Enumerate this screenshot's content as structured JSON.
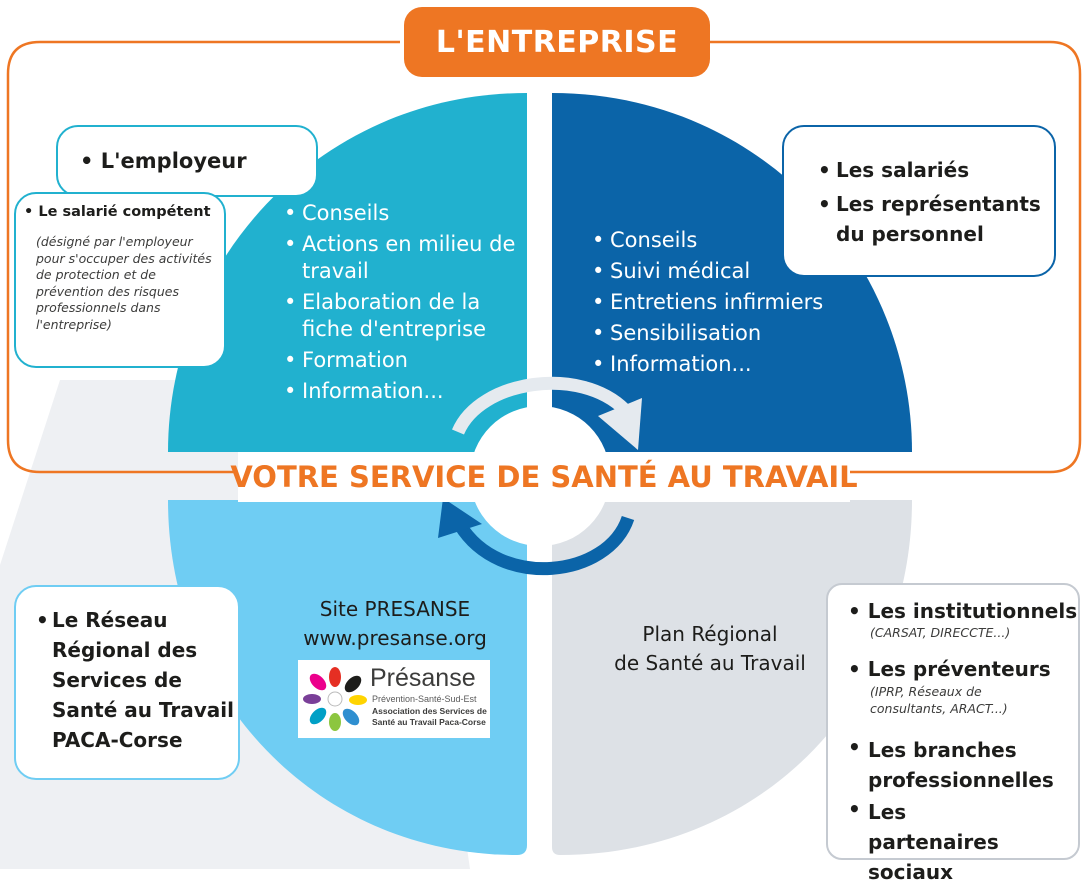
{
  "header": {
    "title": "L'ENTREPRISE"
  },
  "center": {
    "title": "VOTRE SERVICE DE SANTÉ AU TRAVAIL"
  },
  "quadrant_top_left": {
    "items": [
      "Conseils",
      "Actions en milieu de travail",
      "Elaboration de la fiche d'entreprise",
      "Formation",
      "Information..."
    ]
  },
  "quadrant_top_right": {
    "items": [
      "Conseils",
      "Suivi médical",
      "Entretiens infirmiers",
      "Sensibilisation",
      "Information..."
    ]
  },
  "quadrant_bottom_left": {
    "line1": "Site PRESANSE",
    "line2": "www.presanse.org"
  },
  "quadrant_bottom_right": {
    "line1": "Plan Régional",
    "line2": "de Santé au Travail"
  },
  "box_employeur": {
    "label": "L'employeur"
  },
  "box_salarie": {
    "label": "Le salarié compétent",
    "note": "(désigné par l'employeur pour s'occuper des activités de protection et de prévention des risques professionnels dans l'entreprise)"
  },
  "box_salaries": {
    "items": [
      "Les salariés",
      "Les représentants du personnel"
    ]
  },
  "box_reseau": {
    "label": "Le Réseau Régional des Services de Santé au Travail PACA-Corse"
  },
  "box_partners": {
    "items": [
      {
        "label": "Les institutionnels",
        "note": "(CARSAT, DIRECCTE...)"
      },
      {
        "label": "Les préventeurs",
        "note": "(IPRP, Réseaux de consultants, ARACT...)"
      },
      {
        "label": "Les branches professionnelles",
        "note": ""
      },
      {
        "label": "Les partenaires sociaux",
        "note": ""
      }
    ]
  },
  "logo": {
    "name": "Présanse",
    "tagline": "Prévention-Santé-Sud-Est",
    "subtitle1": "Association des Services de",
    "subtitle2": "Santé au Travail Paca-Corse"
  },
  "colors": {
    "orange": "#ee7623",
    "teal": "#21b1cf",
    "blue": "#0b64a8",
    "light_blue": "#6fcdf3",
    "grey": "#dde1e6",
    "navy": "#1f4f9a"
  }
}
